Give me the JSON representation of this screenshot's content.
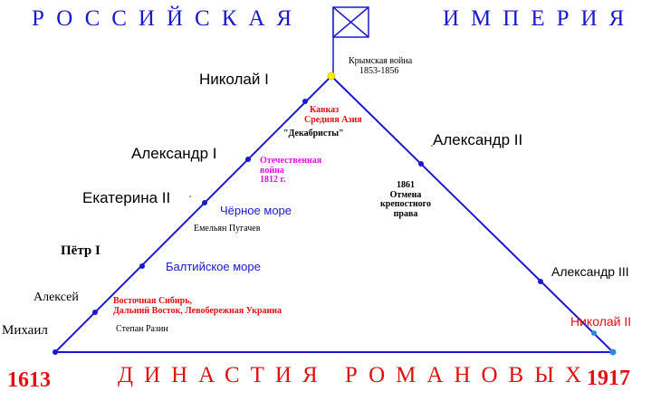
{
  "title_left": "РОССИЙСКАЯ",
  "title_right": "ИМПЕРИЯ",
  "bottom_title": "ДИНАСТИЯ РОМАНОВЫХ",
  "year_start": "1613",
  "year_end": "1917",
  "colors": {
    "title": "#1a1acc",
    "accent_red": "#e01010",
    "apex_marker": "#ffee00",
    "magenta": "#e010e0",
    "dot_blue": "#1a1acc",
    "end_dot": "#2a8ae8"
  },
  "rulers": {
    "mikhail": "Михаил",
    "aleksey": "Алексей",
    "petr": "Пётр I",
    "ekaterina": "Екатерина II",
    "aleksandr1": "Александр I",
    "nikolay1": "Николай I",
    "aleksandr2": "Александр II",
    "aleksandr3": "Александр III",
    "nikolay2": "Николай II"
  },
  "events": {
    "crimean_war": [
      "Крымская война",
      "1853-1856"
    ],
    "caucasus": [
      "Кавказ",
      "Средняя Азия"
    ],
    "decembrists": "\"Декабристы\"",
    "patriotic_war": [
      "Отечественная",
      "война",
      "1812 г."
    ],
    "black_sea": "Чёрное море",
    "pugachev": "Емельян Пугачев",
    "baltic_sea": "Балтийское море",
    "east_lands": [
      "Восточная Сибирь,",
      "Дальний Восток, Левобережная Украина"
    ],
    "razin": "Степан Разин",
    "serfdom": [
      "1861",
      "Отмена",
      "крепостного",
      "права"
    ]
  }
}
